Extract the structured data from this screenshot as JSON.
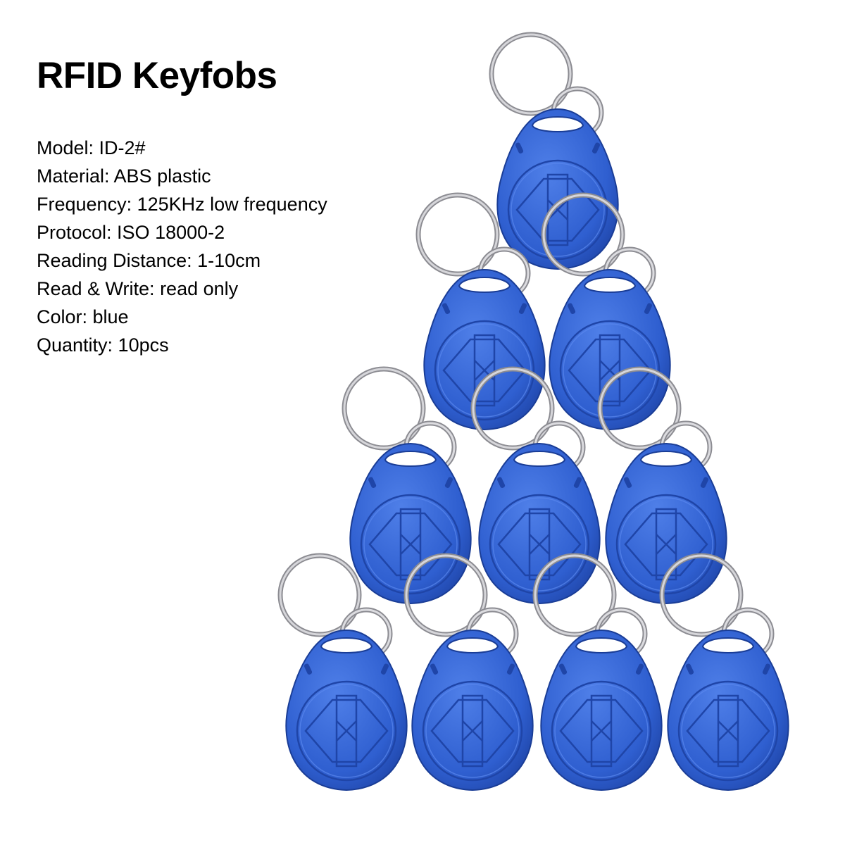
{
  "title": "RFID Keyfobs",
  "specs": [
    "Model: ID-2#",
    "Material: ABS plastic",
    "Frequency: 125KHz low frequency",
    "Protocol: ISO 18000-2",
    "Reading Distance: 1-10cm",
    "Read & Write: read only",
    "Color: blue",
    "Quantity: 10pcs"
  ],
  "fob_count": 10,
  "colors": {
    "fob_body": "#2f5fd0",
    "fob_dark": "#1f45a8",
    "fob_light": "#4a7ae6",
    "ring": "#a9a9ad"
  }
}
